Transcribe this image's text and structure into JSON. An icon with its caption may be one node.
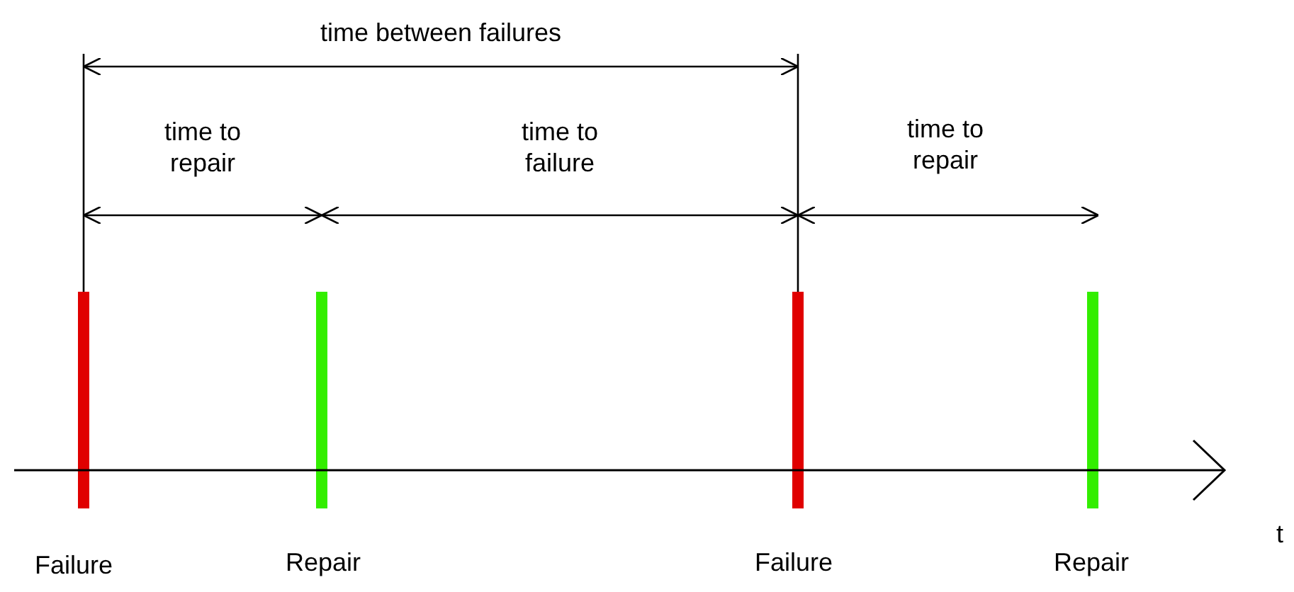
{
  "diagram": {
    "labels": [
      "time between failures",
      "time to repair",
      "time to failure",
      "time to repair",
      "Failure",
      "Repair",
      "Failure",
      "Repair",
      "t"
    ]
  }
}
